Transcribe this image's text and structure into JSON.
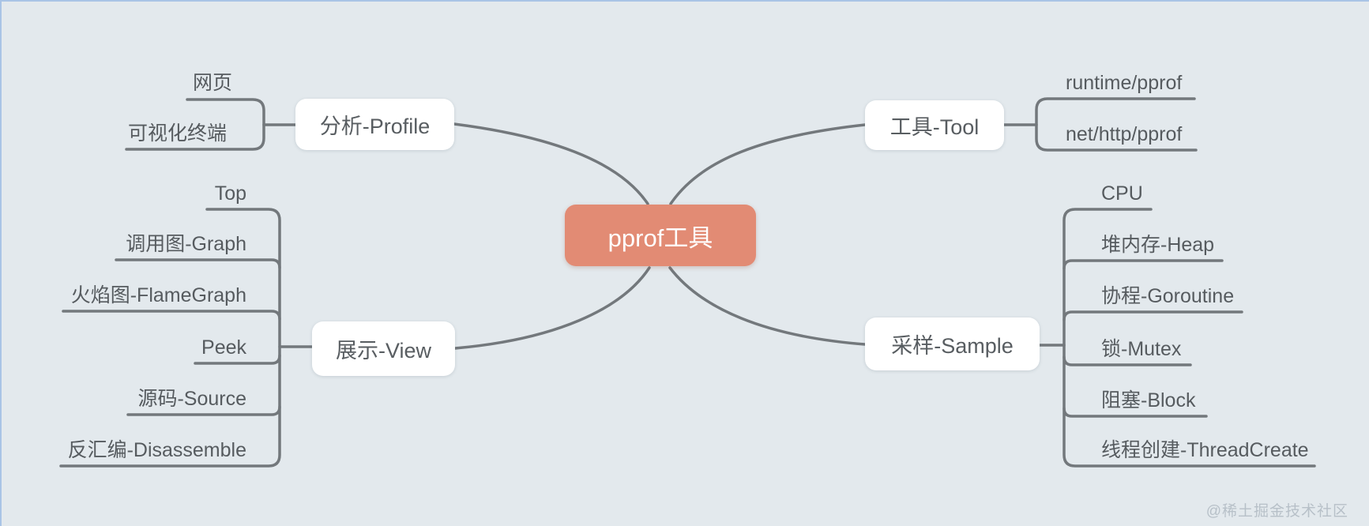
{
  "colors": {
    "background": "#e3e9ed",
    "frame_edge": "#a9c4e6",
    "connector_line": "#73787c",
    "root_accent": "#e28b74",
    "root_text": "#ffffff",
    "topic_text": "#585d61",
    "watermark_text": "#b7c0c8"
  },
  "watermark": "@稀土掘金技术社区",
  "mindmap": {
    "root": {
      "label": "pprof工具"
    },
    "branches": [
      {
        "id": "profile",
        "label": "分析-Profile",
        "children": [
          "网页",
          "可视化终端"
        ]
      },
      {
        "id": "tool",
        "label": "工具-Tool",
        "children": [
          "runtime/pprof",
          "net/http/pprof"
        ]
      },
      {
        "id": "view",
        "label": "展示-View",
        "children": [
          "Top",
          "调用图-Graph",
          "火焰图-FlameGraph",
          "Peek",
          "源码-Source",
          "反汇编-Disassemble"
        ]
      },
      {
        "id": "sample",
        "label": "采样-Sample",
        "children": [
          "CPU",
          "堆内存-Heap",
          "协程-Goroutine",
          "锁-Mutex",
          "阻塞-Block",
          "线程创建-ThreadCreate"
        ]
      }
    ]
  }
}
